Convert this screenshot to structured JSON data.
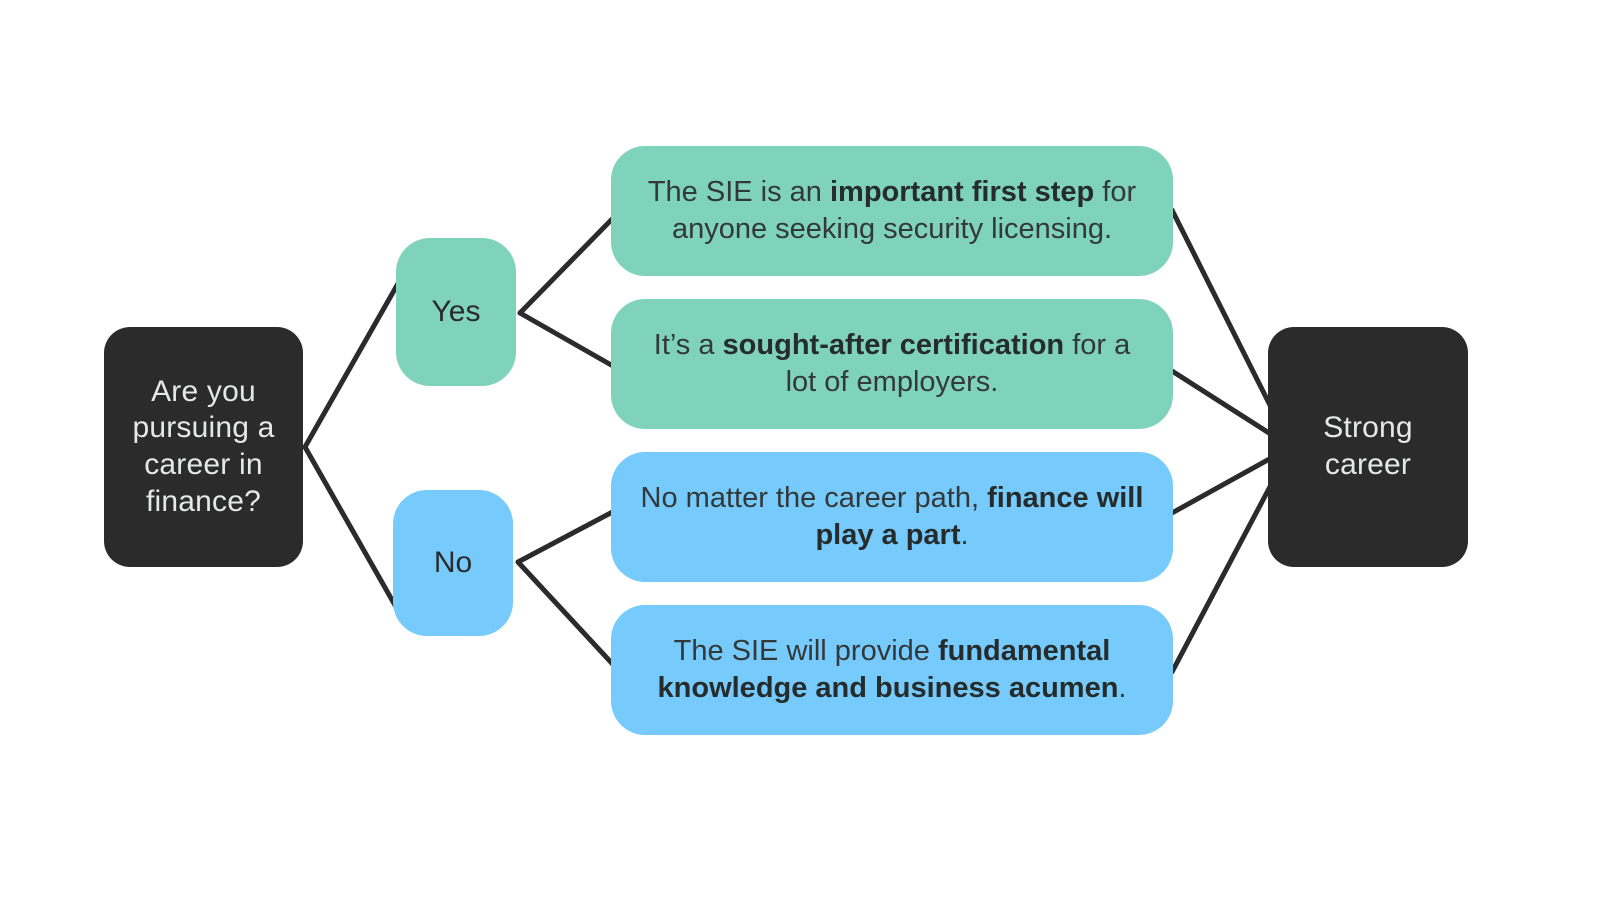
{
  "diagram": {
    "type": "flowchart",
    "title_text": "",
    "background_color": "#ffffff",
    "colors": {
      "terminal_fill": "#2b2b2b",
      "terminal_text": "#e6e8e8",
      "green": "#80d3bb",
      "blue": "#76cbfc",
      "bubble_text": "#333838",
      "bubble_bold_text": "#262b2b",
      "edge": "#2b2b2b"
    },
    "start_node": {
      "id": "start",
      "label": "Are you pursuing a career in finance?",
      "lines": [
        "Are you",
        "pursuing a",
        "career in",
        "finance?"
      ],
      "shape": "rounded-rectangle",
      "fill": "#2b2b2b"
    },
    "decisions": [
      {
        "id": "yes",
        "label": "Yes",
        "shape": "rounded-square",
        "fill": "#80d3bb"
      },
      {
        "id": "no",
        "label": "No",
        "shape": "rounded-square",
        "fill": "#76cbfc"
      }
    ],
    "bubbles": [
      {
        "id": "bubble-1",
        "branch": "yes",
        "fill": "#80d3bb",
        "plain_text": "The SIE is an important first step for anyone seeking security licensing.",
        "segments": [
          {
            "text": "The SIE is an ",
            "bold": false
          },
          {
            "text": "important first step",
            "bold": true
          },
          {
            "text": " for anyone seeking security licensing.",
            "bold": false
          }
        ]
      },
      {
        "id": "bubble-2",
        "branch": "yes",
        "fill": "#80d3bb",
        "plain_text": "It’s a sought-after certification for a lot of employers.",
        "segments": [
          {
            "text": "It’s a ",
            "bold": false
          },
          {
            "text": "sought-after certification",
            "bold": true
          },
          {
            "text": " for a lot of employers.",
            "bold": false
          }
        ]
      },
      {
        "id": "bubble-3",
        "branch": "no",
        "fill": "#76cbfc",
        "plain_text": "No matter the career path, finance will play a part.",
        "segments": [
          {
            "text": "No matter the career path, ",
            "bold": false
          },
          {
            "text": "finance will play a part",
            "bold": true
          },
          {
            "text": ".",
            "bold": false
          }
        ]
      },
      {
        "id": "bubble-4",
        "branch": "no",
        "fill": "#76cbfc",
        "plain_text": "The SIE will provide fundamental knowledge and business acumen.",
        "segments": [
          {
            "text": "The SIE will provide ",
            "bold": false
          },
          {
            "text": "fundamental knowledge and business acumen",
            "bold": true
          },
          {
            "text": ".",
            "bold": false
          }
        ]
      }
    ],
    "end_node": {
      "id": "end",
      "label": "Strong career",
      "lines": [
        "Strong",
        "career"
      ],
      "shape": "rounded-rectangle",
      "fill": "#2b2b2b"
    },
    "edges": [
      {
        "from": "start",
        "to": "yes"
      },
      {
        "from": "start",
        "to": "no"
      },
      {
        "from": "yes",
        "to": "bubble-1"
      },
      {
        "from": "yes",
        "to": "bubble-2"
      },
      {
        "from": "no",
        "to": "bubble-3"
      },
      {
        "from": "no",
        "to": "bubble-4"
      },
      {
        "from": "bubble-1",
        "to": "end"
      },
      {
        "from": "bubble-2",
        "to": "end"
      },
      {
        "from": "bubble-3",
        "to": "end"
      },
      {
        "from": "bubble-4",
        "to": "end"
      }
    ]
  }
}
